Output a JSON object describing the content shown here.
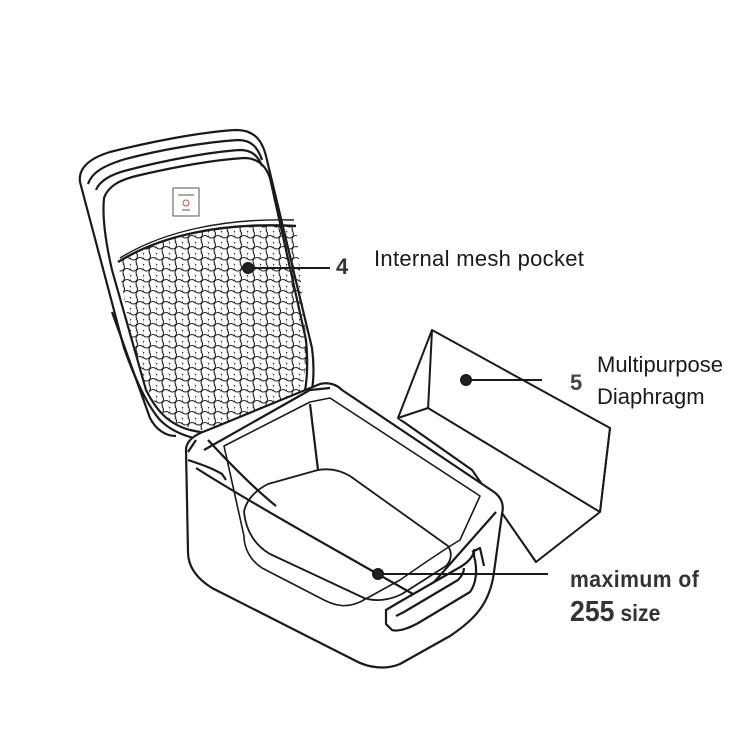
{
  "callouts": {
    "mesh_number": "4",
    "mesh_label": "Internal mesh pocket",
    "divider_number": "5",
    "divider_line1": "Multipurpose",
    "divider_line2": "Diaphragm",
    "capacity_line1": "maximum of",
    "capacity_value": "255",
    "capacity_unit": "size"
  },
  "colors": {
    "stroke": "#1a1a1a",
    "text": "#1a1a1a"
  }
}
